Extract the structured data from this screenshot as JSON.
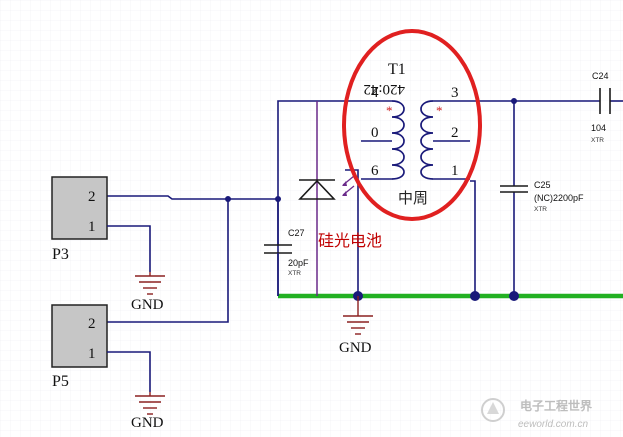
{
  "transformer": {
    "ref": "T1",
    "value": "420:42",
    "pins": {
      "p4": "4",
      "p0": "0",
      "p6": "6",
      "p3": "3",
      "p2": "2",
      "p1": "1"
    },
    "tap_label": "中周",
    "dot_mark": "*"
  },
  "annotation": {
    "text": "硅光电池"
  },
  "components": {
    "c27": {
      "ref": "C27",
      "value": "20pF",
      "footprint": "XTR"
    },
    "c25": {
      "ref": "C25",
      "value": "(NC)2200pF",
      "footprint": "XTR"
    },
    "c24": {
      "ref": "C24",
      "value": "104",
      "footprint": "XTR"
    }
  },
  "connectors": {
    "p3": {
      "ref": "P3",
      "pin_top": "2",
      "pin_bottom": "1"
    },
    "p5": {
      "ref": "P5",
      "pin_top": "2",
      "pin_bottom": "1"
    }
  },
  "gnd": {
    "label": "GND"
  },
  "watermark": {
    "cn": "电子工程世界",
    "en": "eeworld.com.cn"
  },
  "colors": {
    "highlight_circle": "#e02020",
    "ground_rail": "#22b022",
    "wire": "#1a1a7a",
    "annotation": "#c00000"
  }
}
